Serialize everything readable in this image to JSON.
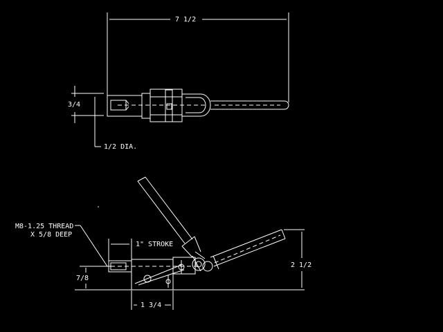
{
  "drawing": {
    "background": "#000000",
    "line_color": "#ffffff",
    "top_view": {
      "overall_length": "7 1/2",
      "plunger_height": "3/4",
      "plunger_diameter": "1/2 DIA."
    },
    "side_view": {
      "thread_spec_line1": "M8-1.25 THREAD",
      "thread_spec_line2": "X 5/8 DEEP",
      "stroke": "1\" STROKE",
      "base_height": "7/8",
      "base_length": "1 3/4",
      "overall_height": "2 1/2"
    }
  }
}
